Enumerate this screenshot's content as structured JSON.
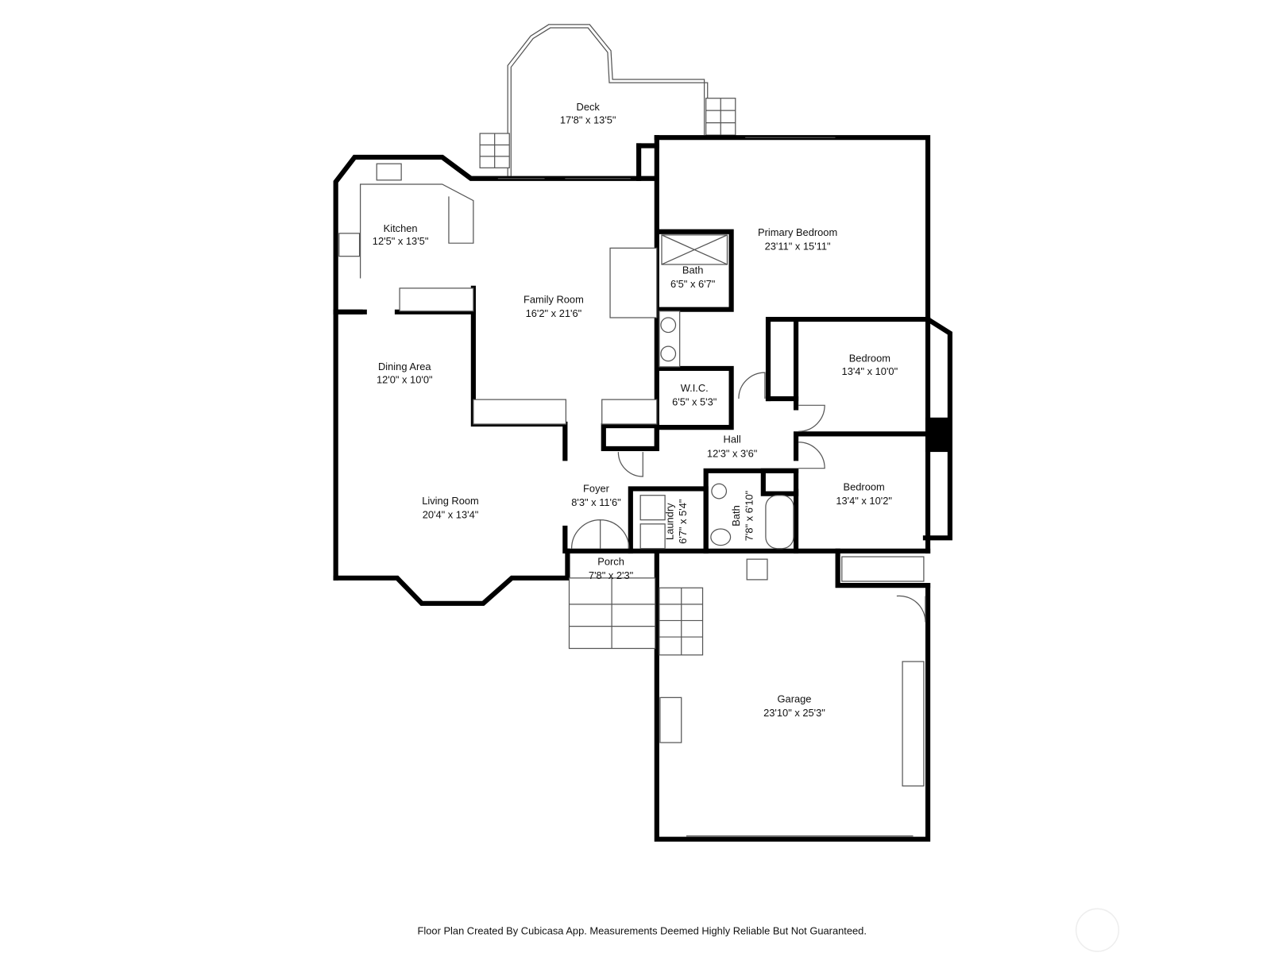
{
  "rooms": {
    "deck": {
      "name": "Deck",
      "size": "17'8\" x 13'5\""
    },
    "kitchen": {
      "name": "Kitchen",
      "size": "12'5\" x 13'5\""
    },
    "family_room": {
      "name": "Family Room",
      "size": "16'2\" x 21'6\""
    },
    "primary_bedroom": {
      "name": "Primary Bedroom",
      "size": "23'11\" x 15'11\""
    },
    "primary_bath": {
      "name": "Bath",
      "size": "6'5\" x 6'7\""
    },
    "dining_area": {
      "name": "Dining Area",
      "size": "12'0\" x 10'0\""
    },
    "bedroom_1": {
      "name": "Bedroom",
      "size": "13'4\" x 10'0\""
    },
    "wic": {
      "name": "W.I.C.",
      "size": "6'5\" x 5'3\""
    },
    "hall": {
      "name": "Hall",
      "size": "12'3\" x 3'6\""
    },
    "foyer": {
      "name": "Foyer",
      "size": "8'3\" x 11'6\""
    },
    "laundry": {
      "name": "Laundry",
      "size": "6'7\" x 5'4\""
    },
    "bath_2": {
      "name": "Bath",
      "size": "7'8\" x 6'10\""
    },
    "bedroom_2": {
      "name": "Bedroom",
      "size": "13'4\" x 10'2\""
    },
    "living_room": {
      "name": "Living Room",
      "size": "20'4\" x 13'4\""
    },
    "porch": {
      "name": "Porch",
      "size": "7'8\" x 2'3\""
    },
    "garage": {
      "name": "Garage",
      "size": "23'10\" x 25'3\""
    }
  },
  "footer": {
    "disclaimer": "Floor Plan Created By Cubicasa App. Measurements Deemed Highly Reliable But Not Guaranteed."
  }
}
